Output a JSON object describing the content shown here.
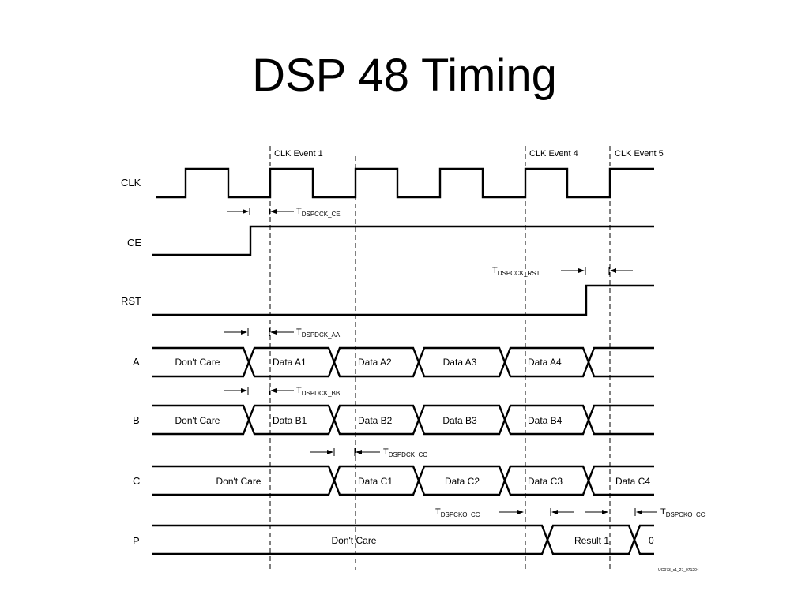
{
  "slide": {
    "title": "DSP 48 Timing"
  },
  "events": [
    {
      "label": "CLK Event 1"
    },
    {
      "label": "CLK Event 4"
    },
    {
      "label": "CLK Event 5"
    }
  ],
  "signals": {
    "clk": "CLK",
    "ce": "CE",
    "rst": "RST",
    "a": "A",
    "b": "B",
    "c": "C",
    "p": "P"
  },
  "bus_labels": {
    "a": [
      "Don't Care",
      "Data A1",
      "Data A2",
      "Data A3",
      "Data A4"
    ],
    "b": [
      "Don't Care",
      "Data B1",
      "Data B2",
      "Data B3",
      "Data B4"
    ],
    "c": [
      "Don't Care",
      "Data C1",
      "Data C2",
      "Data C3",
      "Data C4"
    ],
    "p": [
      "Don't Care",
      "Result 1",
      "0"
    ]
  },
  "timing_params": {
    "ce": {
      "main": "T",
      "sub": "DSPCCK_CE"
    },
    "rst": {
      "main": "T",
      "sub": "DSPCCK_RST"
    },
    "a": {
      "main": "T",
      "sub": "DSPDCK_AA"
    },
    "b": {
      "main": "T",
      "sub": "DSPDCK_BB"
    },
    "c": {
      "main": "T",
      "sub": "DSPDCK_CC"
    },
    "p1": {
      "main": "T",
      "sub": "DSPCKO_CC"
    },
    "p2": {
      "main": "T",
      "sub": "DSPCKO_CC"
    }
  },
  "footnote": "UG073_c1_27_071204"
}
